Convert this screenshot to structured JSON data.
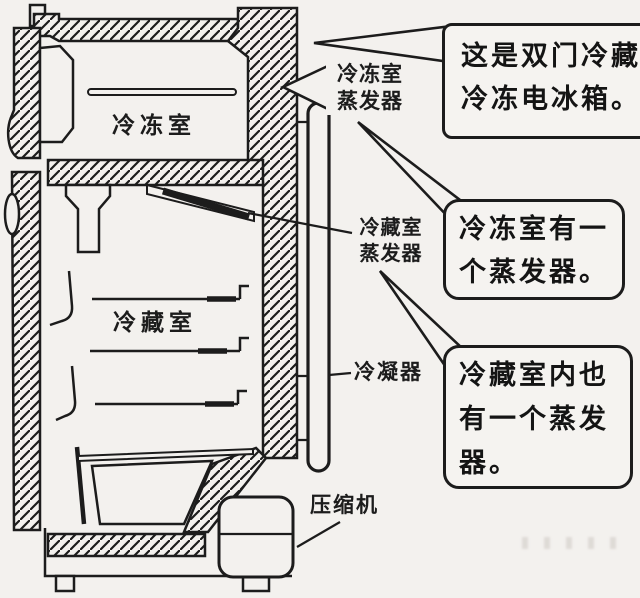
{
  "page": {
    "background": "#f3f1ee",
    "ink": "#1c1c1c"
  },
  "diagram": {
    "compartment_labels": {
      "freezer": "冷冻室",
      "fridge": "冷藏室"
    },
    "part_labels": {
      "freezer_evaporator": {
        "line1": "冷冻室",
        "line2": "蒸发器"
      },
      "fridge_evaporator": {
        "line1": "冷藏室",
        "line2": "蒸发器"
      },
      "condenser": "冷凝器",
      "compressor": "压缩机"
    }
  },
  "callouts": {
    "intro": {
      "line1": "这是双门冷藏",
      "line2": "冷冻电冰箱。"
    },
    "freezer": {
      "line1": "冷冻室有一",
      "line2": "个蒸发器。"
    },
    "fridge": {
      "line1": "冷藏室内也",
      "line2": "有一个蒸发",
      "line3": "器。"
    }
  }
}
